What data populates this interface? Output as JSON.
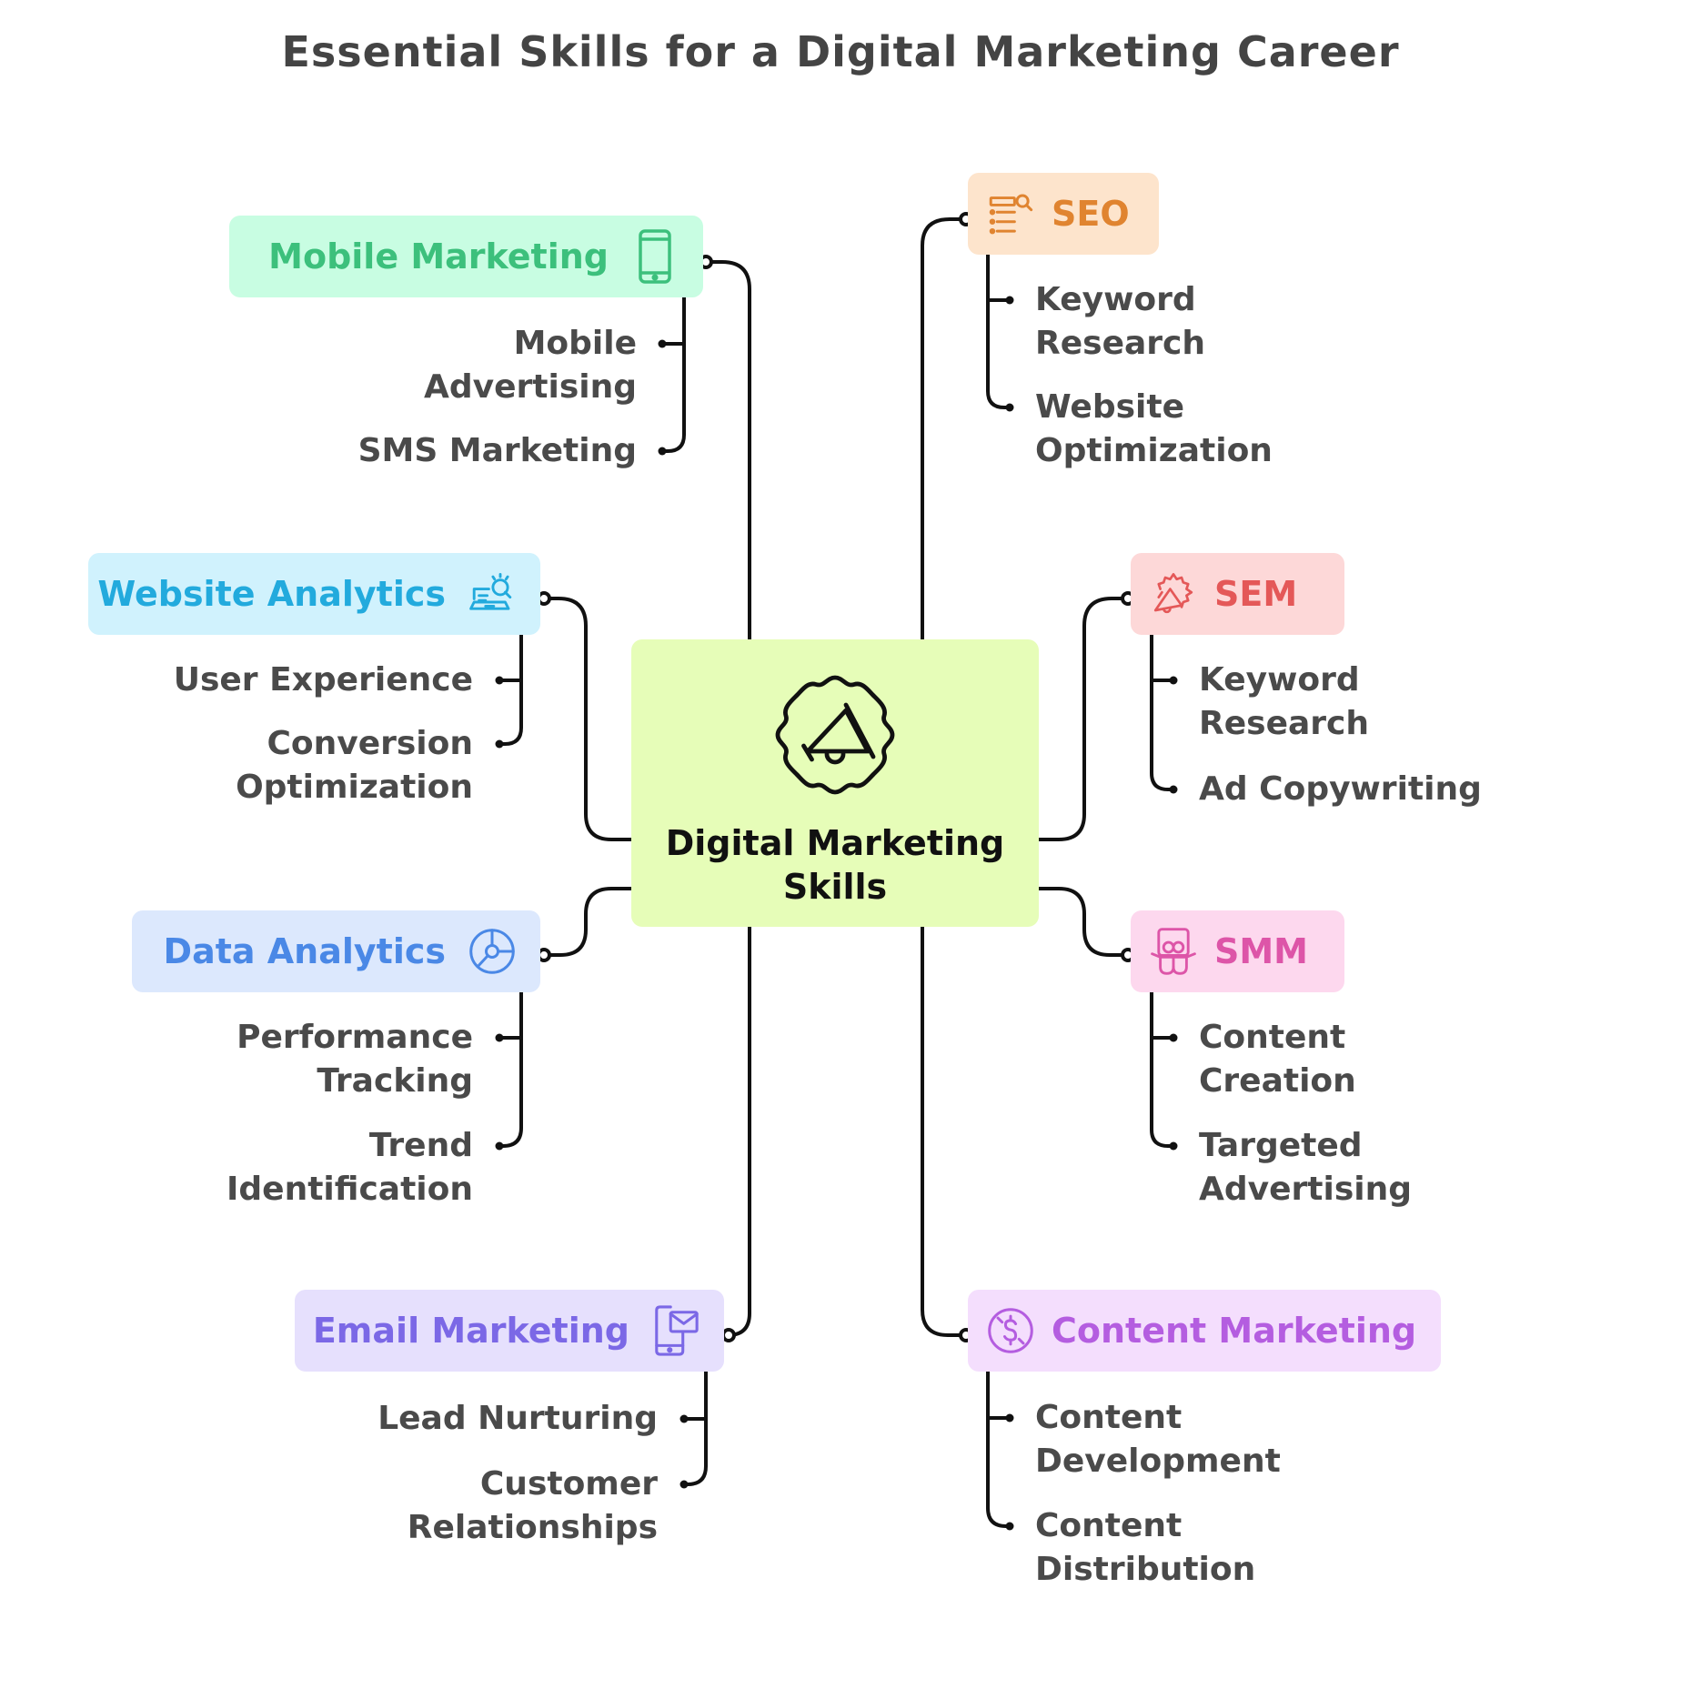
{
  "title": "Essential Skills for a Digital Marketing Career",
  "center": {
    "label": "Digital Marketing\nSkills",
    "icon": "megaphone-gear-icon",
    "bg": "#e6fdb8"
  },
  "branches": {
    "mobile_marketing": {
      "label": "Mobile Marketing",
      "icon": "smartphone-icon",
      "color": "#3cc07c",
      "bg": "#c8fde2",
      "children": [
        "Mobile\nAdvertising",
        "SMS Marketing"
      ]
    },
    "website_analytics": {
      "label": "Website Analytics",
      "icon": "laptop-search-icon",
      "color": "#22aadd",
      "bg": "#d0f2fd",
      "children": [
        "User Experience",
        "Conversion\nOptimization"
      ]
    },
    "data_analytics": {
      "label": "Data Analytics",
      "icon": "pie-chart-icon",
      "color": "#4a88e6",
      "bg": "#dce8fd",
      "children": [
        "Performance\nTracking",
        "Trend\nIdentification"
      ]
    },
    "email_marketing": {
      "label": "Email Marketing",
      "icon": "mobile-email-icon",
      "color": "#7b68e6",
      "bg": "#e6e0fd",
      "children": [
        "Lead Nurturing",
        "Customer\nRelationships"
      ]
    },
    "seo": {
      "label": "SEO",
      "icon": "list-search-icon",
      "color": "#e08430",
      "bg": "#fde4cc",
      "children": [
        "Keyword\nResearch",
        "Website\nOptimization"
      ]
    },
    "sem": {
      "label": "SEM",
      "icon": "megaphone-badge-icon",
      "color": "#e45858",
      "bg": "#fdd8d8",
      "children": [
        "Keyword\nResearch",
        "Ad Copywriting"
      ]
    },
    "smm": {
      "label": "SMM",
      "icon": "social-mascot-icon",
      "color": "#dd55a8",
      "bg": "#fdd8ee",
      "children": [
        "Content\nCreation",
        "Targeted\nAdvertising"
      ]
    },
    "content_marketing": {
      "label": "Content Marketing",
      "icon": "dollar-circle-icon",
      "color": "#b45de0",
      "bg": "#f4defd",
      "children": [
        "Content\nDevelopment",
        "Content\nDistribution"
      ]
    }
  }
}
